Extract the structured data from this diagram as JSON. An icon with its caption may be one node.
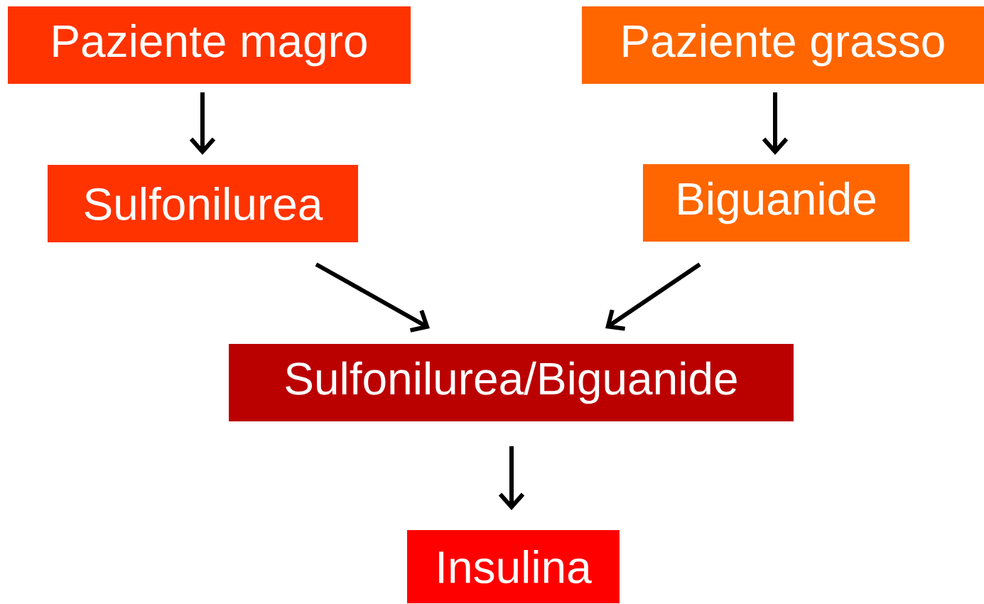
{
  "diagram": {
    "nodes": [
      {
        "text": [
          "Paziente magro"
        ]
      },
      {
        "text": [
          "Paziente grasso"
        ]
      },
      {
        "text": [
          "Sulfonilurea"
        ]
      },
      {
        "text": [
          "Biguanide"
        ]
      },
      {
        "text": [
          "Sulfonilurea/Biguanide"
        ]
      },
      {
        "text": [
          "Insulina"
        ]
      }
    ],
    "edges": [
      {
        "from": 0,
        "to": 2,
        "arrow": "to"
      },
      {
        "from": 1,
        "to": 3,
        "arrow": "to"
      },
      {
        "from": 2,
        "to": 4,
        "arrow": "to"
      },
      {
        "from": 3,
        "to": 4,
        "arrow": "to"
      },
      {
        "from": 4,
        "to": 5,
        "arrow": "to"
      }
    ]
  }
}
